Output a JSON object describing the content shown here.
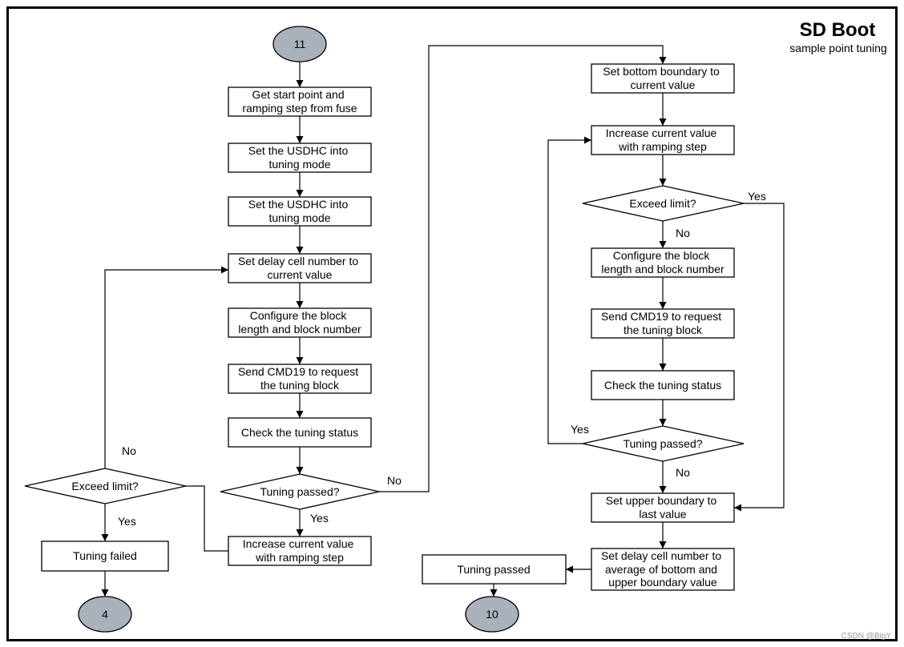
{
  "header": {
    "title": "SD Boot",
    "subtitle": "sample point tuning"
  },
  "connectors": {
    "start": "11",
    "fail": "4",
    "pass": "10"
  },
  "left": {
    "get_start": [
      "Get start point and",
      "ramping step from fuse"
    ],
    "usdhc_a": [
      "Set the USDHC into",
      "tuning mode"
    ],
    "usdhc_b": [
      "Set the USDHC into",
      "tuning mode"
    ],
    "set_delay": [
      "Set delay cell number to",
      "current value"
    ],
    "configure": [
      "Configure the block",
      "length and block number"
    ],
    "send_cmd19": [
      "Send CMD19 to request",
      "the tuning block"
    ],
    "check_status": "Check the tuning status",
    "tuning_passed_q": "Tuning passed?",
    "increase": [
      "Increase current value",
      "with ramping step"
    ],
    "exceed_q": "Exceed limit?",
    "tuning_failed": "Tuning failed"
  },
  "right": {
    "set_bottom": [
      "Set bottom boundary to",
      "current value"
    ],
    "increase": [
      "Increase current value",
      "with ramping step"
    ],
    "exceed_q": "Exceed limit?",
    "configure": [
      "Configure the block",
      "length and block number"
    ],
    "send_cmd19": [
      "Send CMD19 to request",
      "the tuning block"
    ],
    "check_status": "Check the tuning status",
    "tuning_passed_q": "Tuning passed?",
    "set_upper": [
      "Set upper boundary to",
      "last value"
    ],
    "set_delay_avg": [
      "Set delay cell number to",
      "average of bottom and",
      "upper boundary value"
    ],
    "tuning_passed": "Tuning passed"
  },
  "edge_labels": {
    "left_passed_no": "No",
    "left_passed_yes": "Yes",
    "left_exceed_no": "No",
    "left_exceed_yes": "Yes",
    "right_exceed_yes": "Yes",
    "right_exceed_no": "No",
    "right_passed_yes": "Yes",
    "right_passed_no": "No"
  },
  "watermark": "CSDN @BigY",
  "colors": {
    "connector_fill": "#a9b1bb",
    "line": "#000000"
  }
}
